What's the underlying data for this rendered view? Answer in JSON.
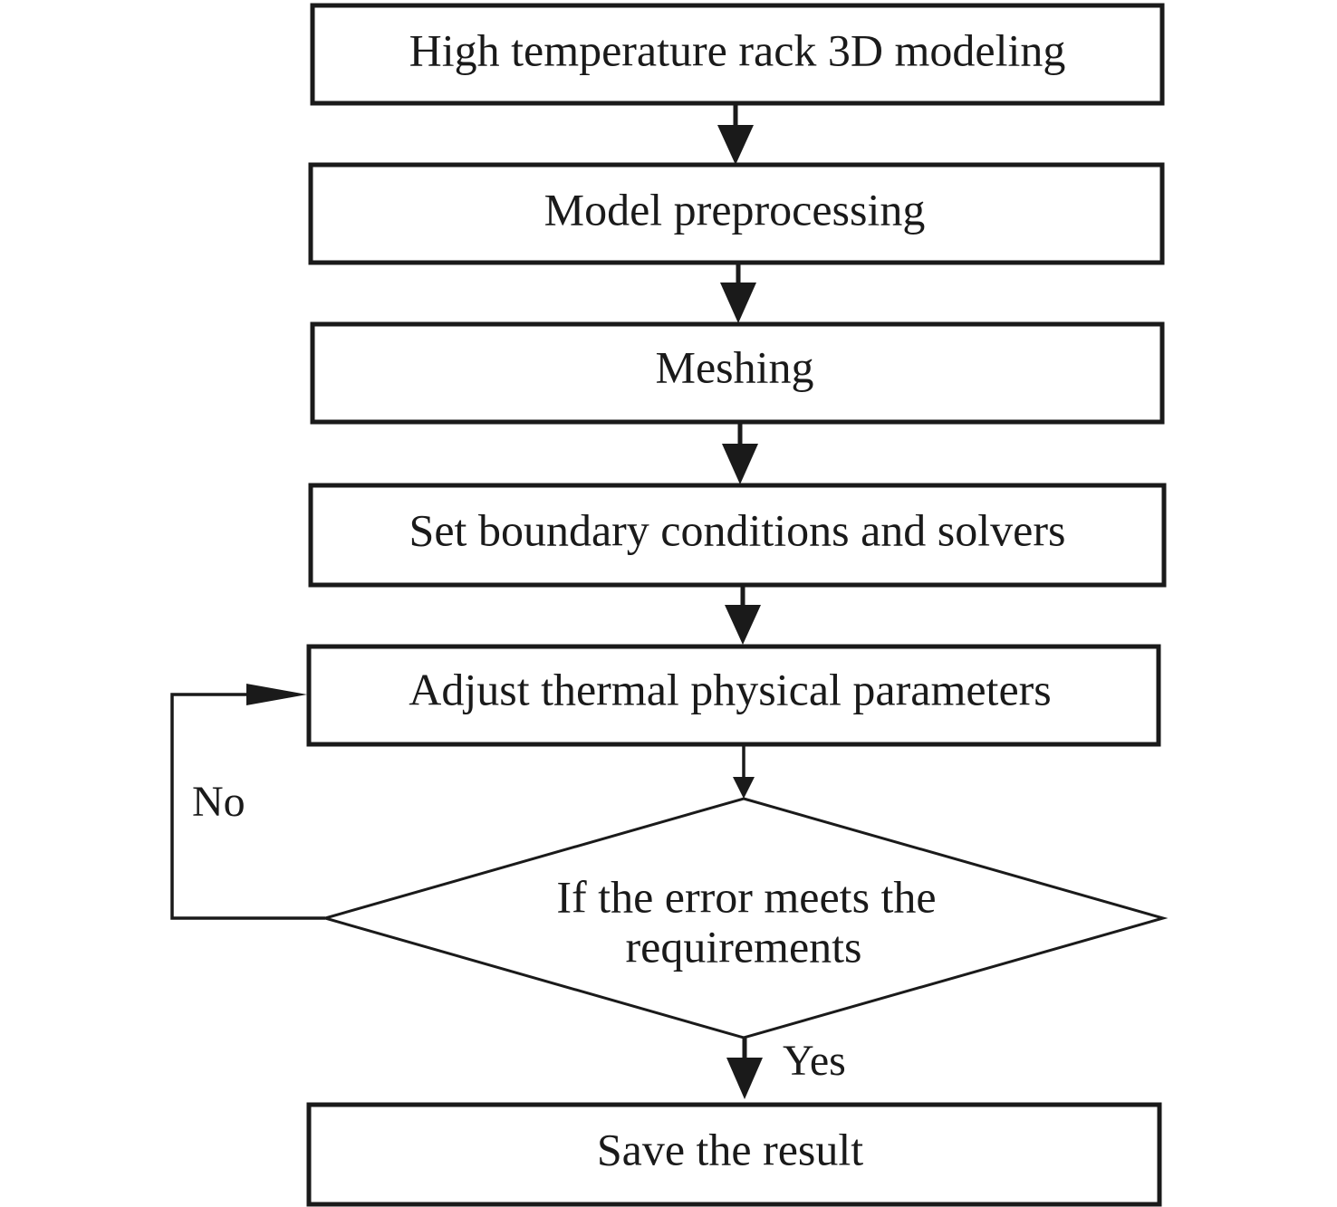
{
  "steps": {
    "modeling": "High temperature rack 3D modeling",
    "preprocessing": "Model preprocessing",
    "meshing": "Meshing",
    "boundary": "Set boundary conditions and solvers",
    "adjust": "Adjust thermal physical parameters",
    "save": "Save the result"
  },
  "decision": {
    "line1": "If the error meets the",
    "line2": "requirements"
  },
  "branches": {
    "no": "No",
    "yes": "Yes"
  },
  "colors": {
    "stroke": "#1a1a1a",
    "background": "#ffffff"
  }
}
